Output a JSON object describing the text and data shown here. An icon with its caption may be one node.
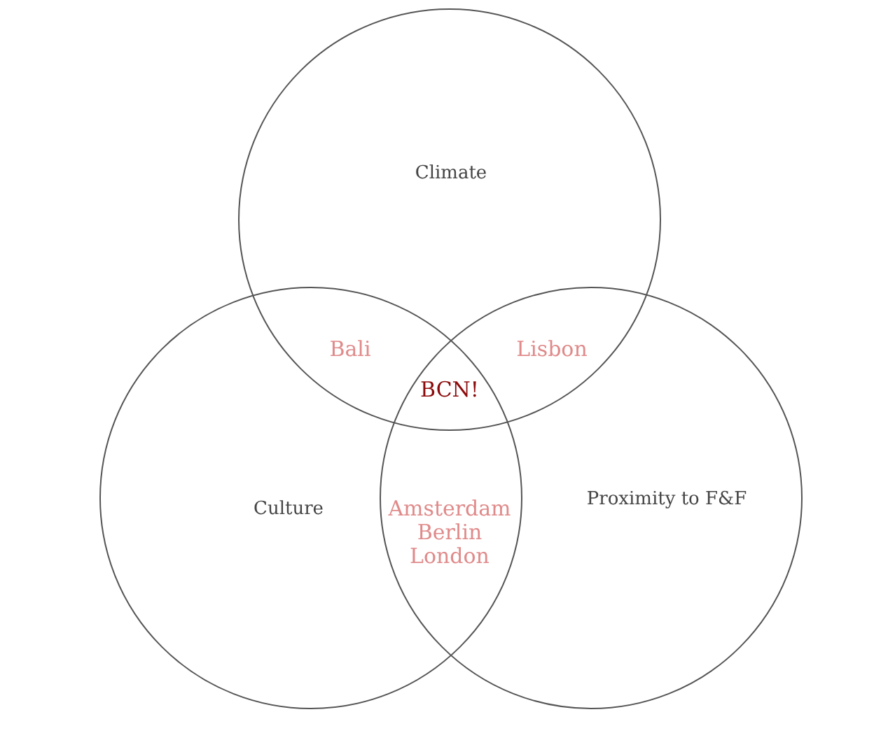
{
  "diagram": {
    "nodes": [
      {
        "text": [
          "Climate"
        ]
      },
      {
        "text": [
          "Culture"
        ]
      },
      {
        "text": [
          "Proximity to F&F"
        ]
      }
    ],
    "edges": [],
    "labels": [
      "Bali",
      "Lisbon",
      "BCN!",
      "Amsterdam Berlin London"
    ]
  }
}
